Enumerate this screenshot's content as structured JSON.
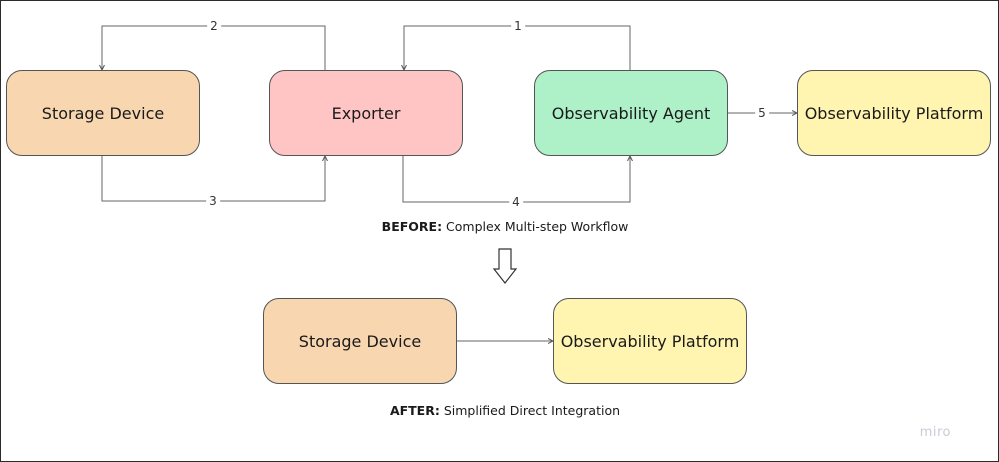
{
  "before": {
    "nodes": [
      {
        "id": "storage",
        "label": "Storage Device",
        "color": "#f7d6b0"
      },
      {
        "id": "exporter",
        "label": "Exporter",
        "color": "#ffc5c5"
      },
      {
        "id": "agent",
        "label": "Observability Agent",
        "color": "#aef0c8"
      },
      {
        "id": "platform",
        "label": "Observability Platform",
        "color": "#fff5b0"
      }
    ],
    "edges": [
      {
        "label": "1",
        "from": "agent",
        "to": "exporter"
      },
      {
        "label": "2",
        "from": "exporter",
        "to": "storage"
      },
      {
        "label": "3",
        "from": "storage",
        "to": "exporter"
      },
      {
        "label": "4",
        "from": "exporter",
        "to": "agent"
      },
      {
        "label": "5",
        "from": "agent",
        "to": "platform"
      }
    ],
    "caption_bold": "BEFORE:",
    "caption_text": " Complex Multi-step Workflow"
  },
  "after": {
    "nodes": [
      {
        "id": "storage",
        "label": "Storage Device",
        "color": "#f7d6b0"
      },
      {
        "id": "platform",
        "label": "Observability Platform",
        "color": "#fff5b0"
      }
    ],
    "edges": [
      {
        "label": "",
        "from": "storage",
        "to": "platform"
      }
    ],
    "caption_bold": "AFTER:",
    "caption_text": " Simplified Direct Integration"
  },
  "watermark": "miro"
}
